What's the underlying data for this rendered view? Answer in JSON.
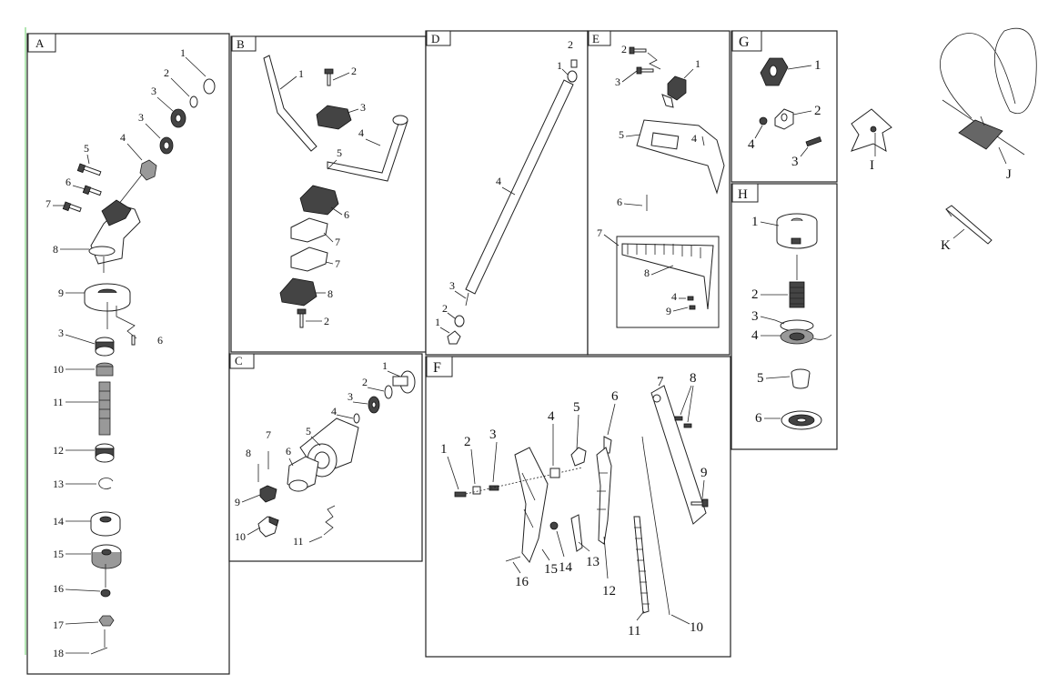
{
  "sections": {
    "A": {
      "label": "A",
      "items": [
        "1",
        "2",
        "3",
        "3",
        "4",
        "5",
        "6",
        "7",
        "8",
        "9",
        "6",
        "3",
        "10",
        "11",
        "12",
        "13",
        "14",
        "15",
        "16",
        "17",
        "18"
      ]
    },
    "B": {
      "label": "B",
      "items": [
        "1",
        "2",
        "3",
        "4",
        "5",
        "6",
        "7",
        "7",
        "8",
        "2"
      ]
    },
    "C": {
      "label": "C",
      "items": [
        "1",
        "2",
        "3",
        "4",
        "5",
        "6",
        "7",
        "8",
        "9",
        "10",
        "11"
      ]
    },
    "D": {
      "label": "D",
      "items": [
        "2",
        "1",
        "4",
        "3",
        "2",
        "1"
      ]
    },
    "E": {
      "label": "E",
      "items": [
        "2",
        "1",
        "3",
        "5",
        "4",
        "6",
        "7",
        "8",
        "4",
        "9"
      ]
    },
    "F": {
      "label": "F",
      "items": [
        "1",
        "2",
        "3",
        "4",
        "5",
        "6",
        "7",
        "8",
        "9",
        "16",
        "15",
        "14",
        "13",
        "12",
        "11",
        "10"
      ]
    },
    "G": {
      "label": "G",
      "items": [
        "1",
        "2",
        "4",
        "3"
      ]
    },
    "H": {
      "label": "H",
      "items": [
        "1",
        "2",
        "3",
        "4",
        "5",
        "6"
      ]
    },
    "I": {
      "label": "I"
    },
    "J": {
      "label": "J"
    },
    "K": {
      "label": "K"
    }
  }
}
